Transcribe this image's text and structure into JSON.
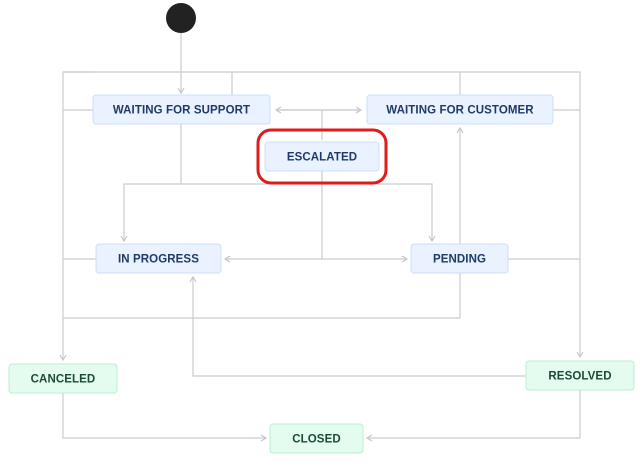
{
  "diagram": {
    "type": "workflow-state-diagram",
    "start": {
      "name": "start"
    },
    "statuses": [
      {
        "id": "waiting_for_support",
        "label": "WAITING FOR SUPPORT",
        "category": "todo"
      },
      {
        "id": "waiting_for_customer",
        "label": "WAITING FOR CUSTOMER",
        "category": "todo"
      },
      {
        "id": "escalated",
        "label": "ESCALATED",
        "category": "todo",
        "highlighted": true
      },
      {
        "id": "in_progress",
        "label": "IN PROGRESS",
        "category": "todo"
      },
      {
        "id": "pending",
        "label": "PENDING",
        "category": "todo"
      },
      {
        "id": "canceled",
        "label": "CANCELED",
        "category": "done"
      },
      {
        "id": "resolved",
        "label": "RESOLVED",
        "category": "done"
      },
      {
        "id": "closed",
        "label": "CLOSED",
        "category": "done"
      }
    ],
    "transitions": [
      {
        "from": "start",
        "to": "waiting_for_support"
      },
      {
        "from": "waiting_for_support",
        "to": "waiting_for_customer"
      },
      {
        "from": "waiting_for_customer",
        "to": "waiting_for_support"
      },
      {
        "from": "escalated",
        "to": "waiting_for_customer"
      },
      {
        "from": "waiting_for_support",
        "to": "in_progress"
      },
      {
        "from": "waiting_for_support",
        "to": "pending"
      },
      {
        "from": "escalated",
        "to": "in_progress"
      },
      {
        "from": "escalated",
        "to": "pending"
      },
      {
        "from": "pending",
        "to": "waiting_for_customer"
      },
      {
        "from": "pending",
        "to": "canceled"
      },
      {
        "from": "waiting_for_support",
        "to": "canceled"
      },
      {
        "from": "in_progress",
        "to": "canceled"
      },
      {
        "from": "waiting_for_customer",
        "to": "resolved"
      },
      {
        "from": "pending",
        "to": "resolved"
      },
      {
        "from": "resolved",
        "to": "in_progress"
      },
      {
        "from": "canceled",
        "to": "closed"
      },
      {
        "from": "resolved",
        "to": "closed"
      }
    ],
    "colors": {
      "todo_fill": "#e9f2fe",
      "todo_stroke": "#cddff9",
      "todo_text": "#1f3a68",
      "done_fill": "#e3fcef",
      "done_stroke": "#b9efd3",
      "done_text": "#1c4a38",
      "edge": "#c9ccd2",
      "start_dot": "#222222",
      "highlight": "#e01b1b"
    }
  }
}
